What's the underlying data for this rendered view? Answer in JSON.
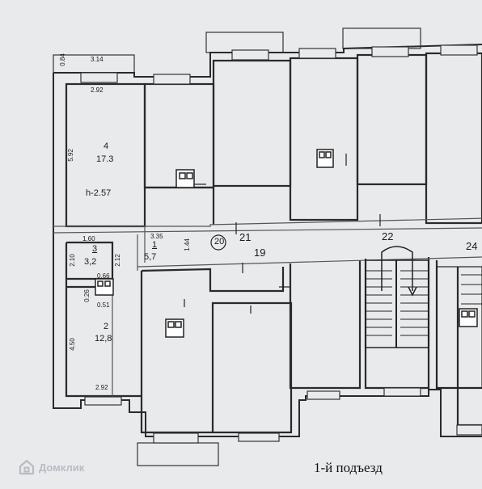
{
  "title": "1-й подъезд",
  "watermark": {
    "text": "Домклик",
    "icon": "house-icon",
    "color": "#b9bcc2"
  },
  "colors": {
    "paper": "#e9eaec",
    "wall": "#2a2a2a",
    "thin_wall": "#555555"
  },
  "rooms": [
    {
      "id": "room-4",
      "number": "4",
      "area": "17.3",
      "height": "h-2.57"
    },
    {
      "id": "room-3",
      "number": "3",
      "area": "3,2"
    },
    {
      "id": "room-2",
      "number": "2",
      "area": "12,8"
    },
    {
      "id": "room-1",
      "number": "1",
      "area": "5,7"
    }
  ],
  "dimensions": {
    "d084": "0.84",
    "d314": "3.14",
    "d292_top": "2.92",
    "d592": "5.92",
    "d160": "1.60",
    "d335": "3.35",
    "d144": "1.44",
    "d210": "2.10",
    "d212": "2.12",
    "d066": "0.66",
    "d026": "0.26",
    "d051": "0.51",
    "d450": "4.50",
    "d292_bottom": "2.92"
  },
  "labels": {
    "n20": "20",
    "n21": "21",
    "n22": "22",
    "n19": "19",
    "n24": "24"
  }
}
